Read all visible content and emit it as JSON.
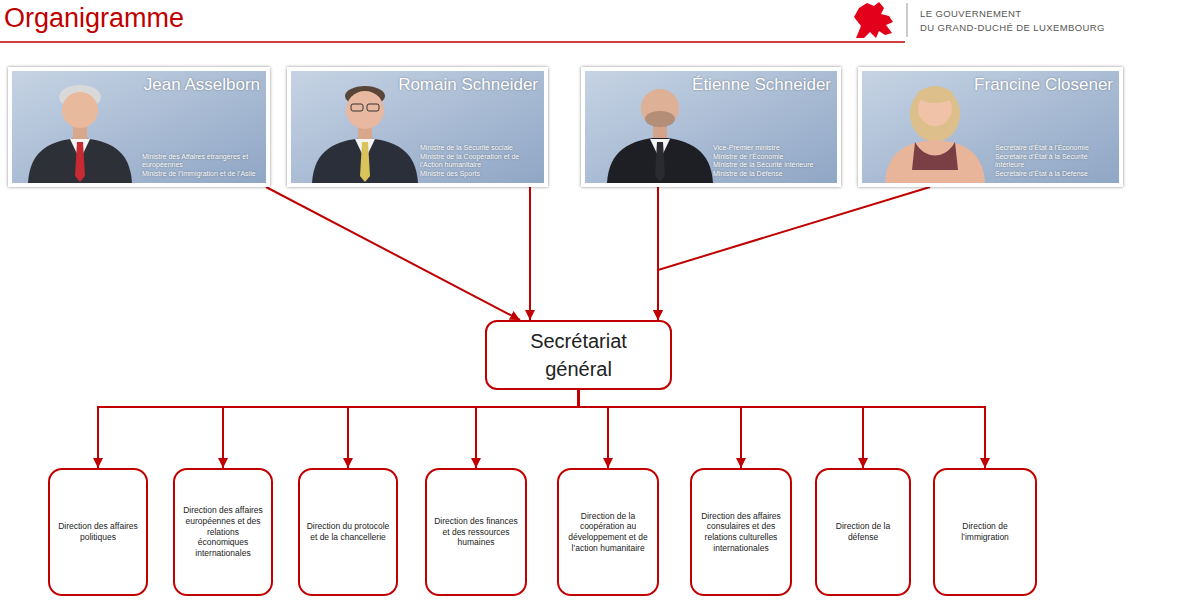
{
  "diagram": {
    "title": "Organigramme",
    "nodes": [
      {
        "text": [
          "Jean Asselborn",
          "Ministre des Affaires étrangères et européennes",
          "Ministre de l’Immigration et de l’Asile"
        ]
      },
      {
        "text": [
          "Romain Schneider",
          "Ministre de la Sécurité sociale",
          "Ministre de la Coopération et de l’Action humanitaire",
          "Ministre des Sports"
        ]
      },
      {
        "text": [
          "Étienne Schneider",
          "Vice-Premier ministre",
          "Ministre de l’Économie",
          "Ministre de la Sécurité intérieure",
          "Ministre de la Défense"
        ]
      },
      {
        "text": [
          "Francine Closener",
          "Secrétaire d’État à l’Économie",
          "Secrétaire d’État à la Sécurité intérieure",
          "Secrétaire d’État à la Défense"
        ]
      },
      {
        "text": [
          "Secrétariat général"
        ]
      },
      {
        "text": [
          "Direction des affaires politiques"
        ]
      },
      {
        "text": [
          "Direction des affaires européennes et des relations économiques internationales"
        ]
      },
      {
        "text": [
          "Direction du protocole et de la chancellerie"
        ]
      },
      {
        "text": [
          "Direction des finances et des ressources humaines"
        ]
      },
      {
        "text": [
          "Direction de la coopération au développement et de l’action humanitaire"
        ]
      },
      {
        "text": [
          "Direction des affaires consulaires et des relations culturelles internationales"
        ]
      },
      {
        "text": [
          "Direction de la défense"
        ]
      },
      {
        "text": [
          "Direction de l’immigration"
        ]
      }
    ],
    "edges": [
      {
        "from": 0,
        "to": 4,
        "arrow": "to"
      },
      {
        "from": 1,
        "to": 4,
        "arrow": "to"
      },
      {
        "from": 2,
        "to": 4,
        "arrow": "to"
      },
      {
        "from": 3,
        "to": 4,
        "arrow": "to"
      },
      {
        "from": 4,
        "to": 5,
        "arrow": "to"
      },
      {
        "from": 4,
        "to": 6,
        "arrow": "to"
      },
      {
        "from": 4,
        "to": 7,
        "arrow": "to"
      },
      {
        "from": 4,
        "to": 8,
        "arrow": "to"
      },
      {
        "from": 4,
        "to": 9,
        "arrow": "to"
      },
      {
        "from": 4,
        "to": 10,
        "arrow": "to"
      },
      {
        "from": 4,
        "to": 11,
        "arrow": "to"
      },
      {
        "from": 4,
        "to": 12,
        "arrow": "to"
      }
    ],
    "labels": [
      "LE GOUVERNEMENT",
      "DU GRAND-DUCHÉ DE LUXEMBOURG"
    ]
  }
}
